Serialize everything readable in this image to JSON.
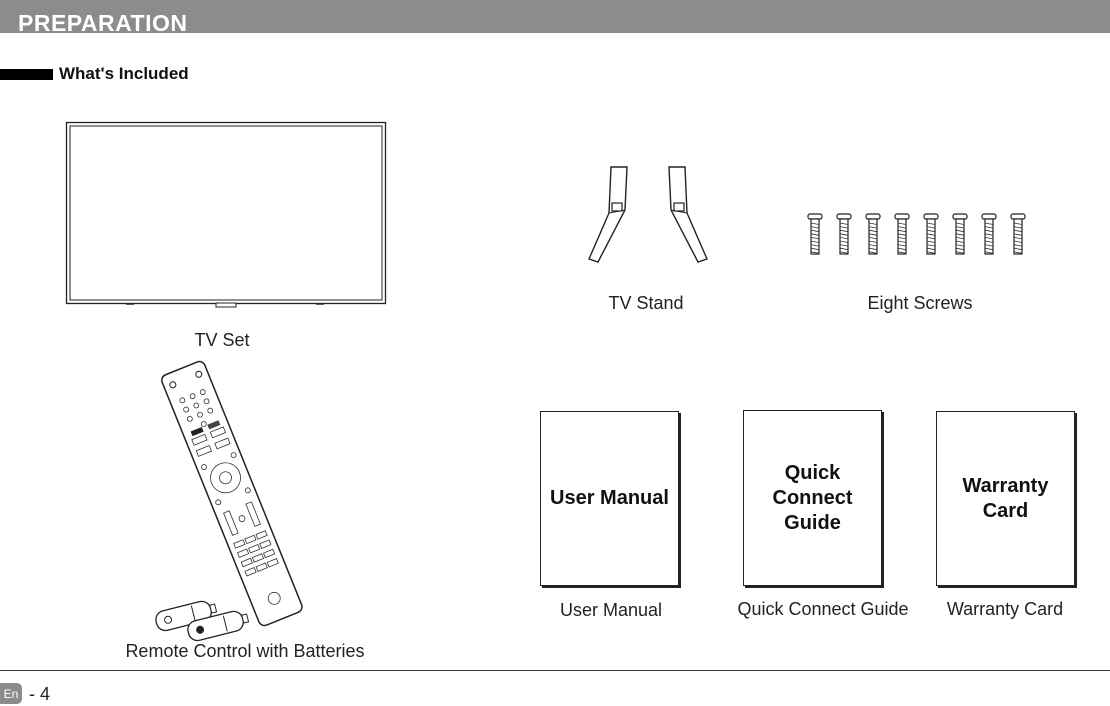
{
  "header": {
    "title": "PREPARATION"
  },
  "section": {
    "title": "What's Included"
  },
  "items": {
    "tv_set": {
      "caption": "TV Set"
    },
    "tv_stand": {
      "caption": "TV Stand"
    },
    "screws": {
      "caption": "Eight Screws"
    },
    "remote": {
      "caption": "Remote Control with Batteries"
    },
    "user_manual": {
      "box_label": "User Manual",
      "caption": "User Manual"
    },
    "quick_guide": {
      "box_label": "Quick Connect Guide",
      "caption": "Quick Connect Guide"
    },
    "warranty": {
      "box_label": "Warranty Card",
      "caption": "Warranty Card"
    }
  },
  "footer": {
    "language": "En",
    "page": "- 4"
  }
}
